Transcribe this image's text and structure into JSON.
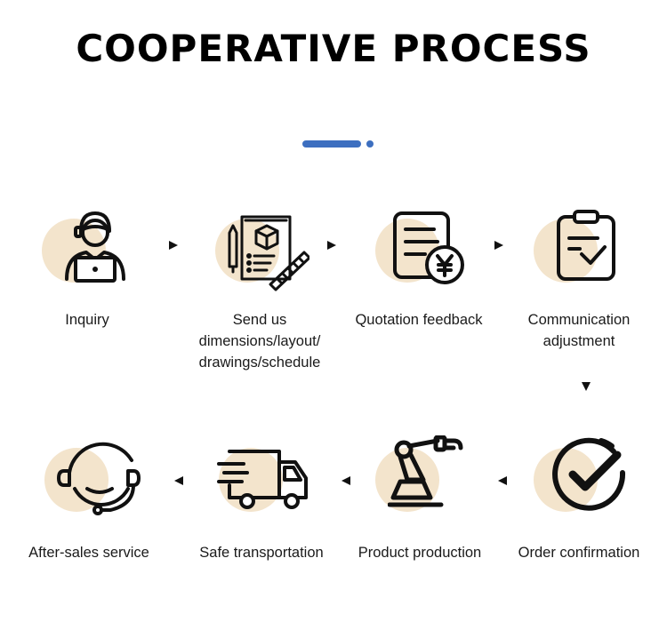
{
  "title": "COOPERATIVE PROCESS",
  "colors": {
    "accent": "#3d6fc0",
    "icon_bg": "#f3e4cc",
    "icon_stroke": "#111111"
  },
  "steps": [
    {
      "label": "Inquiry",
      "icon": "customer-service-laptop-icon"
    },
    {
      "label": "Send us\ndimensions/layout/\ndrawings/schedule",
      "icon": "package-drawing-ruler-icon"
    },
    {
      "label": "Quotation feedback",
      "icon": "invoice-yen-icon"
    },
    {
      "label": "Communication\nadjustment",
      "icon": "clipboard-check-icon"
    },
    {
      "label": "Order confirmation",
      "icon": "check-circle-icon"
    },
    {
      "label": "Product production",
      "icon": "robot-arm-icon"
    },
    {
      "label": "Safe transportation",
      "icon": "delivery-truck-icon"
    },
    {
      "label": "After-sales service",
      "icon": "headset-icon"
    }
  ]
}
